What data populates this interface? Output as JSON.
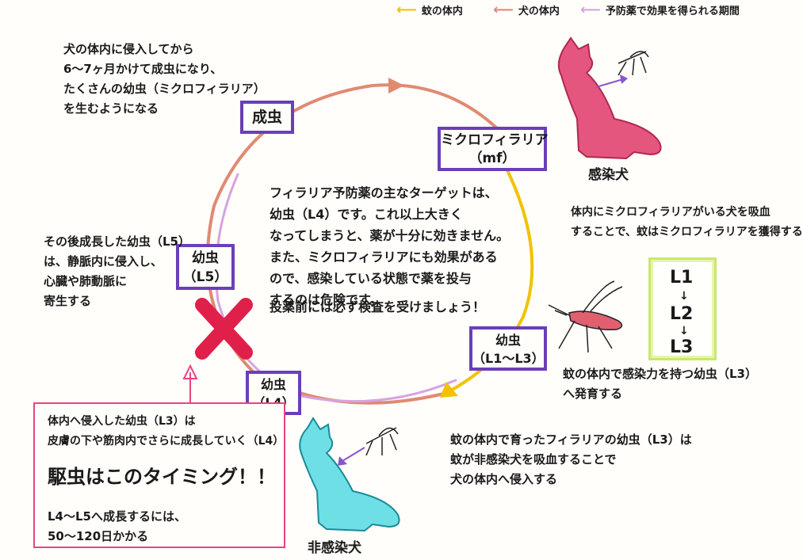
{
  "legend": [
    {
      "label": "蚊の体内",
      "color": "#f2c200"
    },
    {
      "label": "犬の体内",
      "color": "#e08a72"
    },
    {
      "label": "予防薬で効果を得られる期間",
      "color": "#d6a3e0"
    }
  ],
  "stages": {
    "adult": "成虫",
    "microfilaria": "ミクロフィラリア\n（mf）",
    "larva_l1_l3": "幼虫\n（L1～L3）",
    "larva_l4": "幼虫\n（L4）",
    "larva_l5": "幼虫\n（L5）"
  },
  "notes": {
    "adult_note": "犬の体内に侵入してから\n6～7ヶ月かけて成虫になり、\nたくさんの幼虫（ミクロフィラリア）\nを生むようになる",
    "l5_note": "その後成長した幼虫（L5）\nは、静脈内に侵入し、\n心臓や肺動脈に\n寄生する",
    "center_note": "フィラリア予防薬の主なターゲットは、\n幼虫（L4）です。これ以上大きく\nなってしまうと、薬が十分に効きません。\nまた、ミクロフィラリアにも効果がある\nので、感染している状態で薬を投与\nするのは危険です。",
    "center_warning": "投薬前には必ず検査を受けましょう！",
    "mosquito_acquire": "体内にミクロフィラリアがいる犬を吸血\nすることで、蚊はミクロフィラリアを獲得する",
    "mosquito_develop": "蚊の体内で感染力を持つ幼虫（L3）\nへ発育する",
    "mosquito_transmit": "蚊の体内で育ったフィラリアの幼虫（L3）は\n蚊が非感染犬を吸血することで\n犬の体内へ侵入する"
  },
  "dogs": {
    "infected": "感染犬",
    "uninfected": "非感染犬"
  },
  "larva_panel": [
    "L1",
    "L2",
    "L3"
  ],
  "callout": {
    "line1": "体内へ侵入した幼虫（L3）は\n皮膚の下や筋肉内でさらに成長していく（L4）",
    "headline": "駆虫はこのタイミング！！",
    "line2": "L4～L5へ成長するには、\n50～120日かかる"
  }
}
